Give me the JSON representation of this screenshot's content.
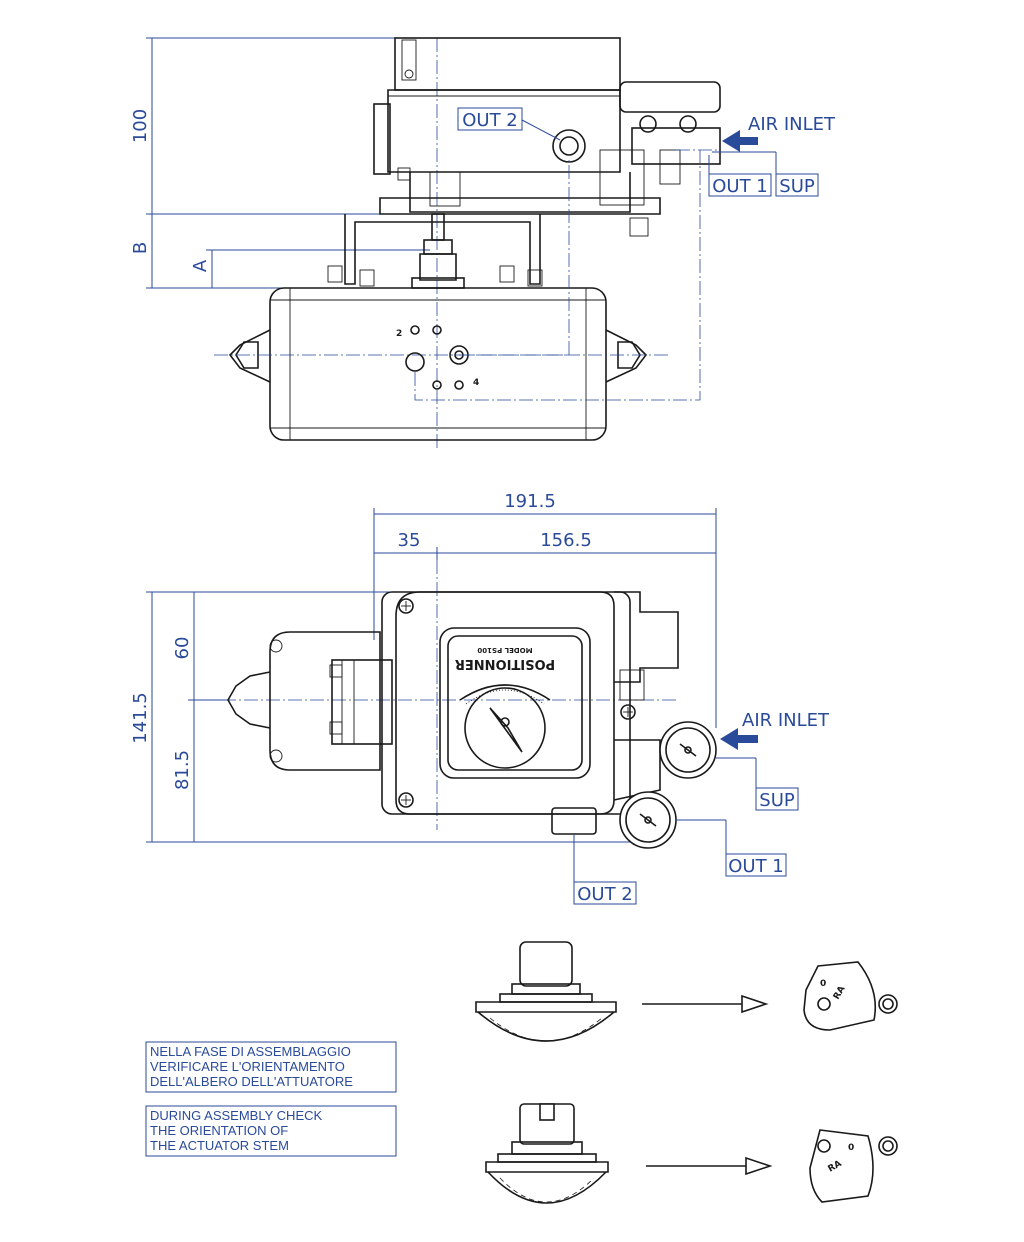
{
  "top_view": {
    "dim_100": "100",
    "dim_b": "B",
    "dim_a": "A",
    "out2_label": "OUT 2",
    "air_inlet_label": "AIR INLET",
    "out1_label": "OUT 1",
    "sup_label": "SUP",
    "port_2": "2",
    "port_4": "4"
  },
  "front_view": {
    "dim_191_5": "191.5",
    "dim_35": "35",
    "dim_156_5": "156.5",
    "dim_141_5": "141.5",
    "dim_60": "60",
    "dim_81_5": "81.5",
    "air_inlet_label": "AIR INLET",
    "sup_label": "SUP",
    "out1_label": "OUT 1",
    "out2_label": "OUT 2",
    "nameplate_title": "POSITIONNER",
    "nameplate_model": "MODEL  PS100"
  },
  "stem_detail": {
    "dial_a_zero": "0",
    "dial_a_ra": "RA",
    "dial_b_zero": "0",
    "dial_b_ra": "RA"
  },
  "notes": {
    "it_line1": "NELLA FASE DI ASSEMBLAGGIO",
    "it_line2": "VERIFICARE L'ORIENTAMENTO",
    "it_line3": "DELL'ALBERO DELL'ATTUATORE",
    "en_line1": "DURING ASSEMBLY CHECK",
    "en_line2": "THE ORIENTATION OF",
    "en_line3": "THE ACTUATOR STEM"
  },
  "colors": {
    "dimension_blue": "#2a4a9a",
    "outline_black": "#1a1a1a"
  },
  "icons": {
    "arrow": "arrow-left-icon"
  }
}
